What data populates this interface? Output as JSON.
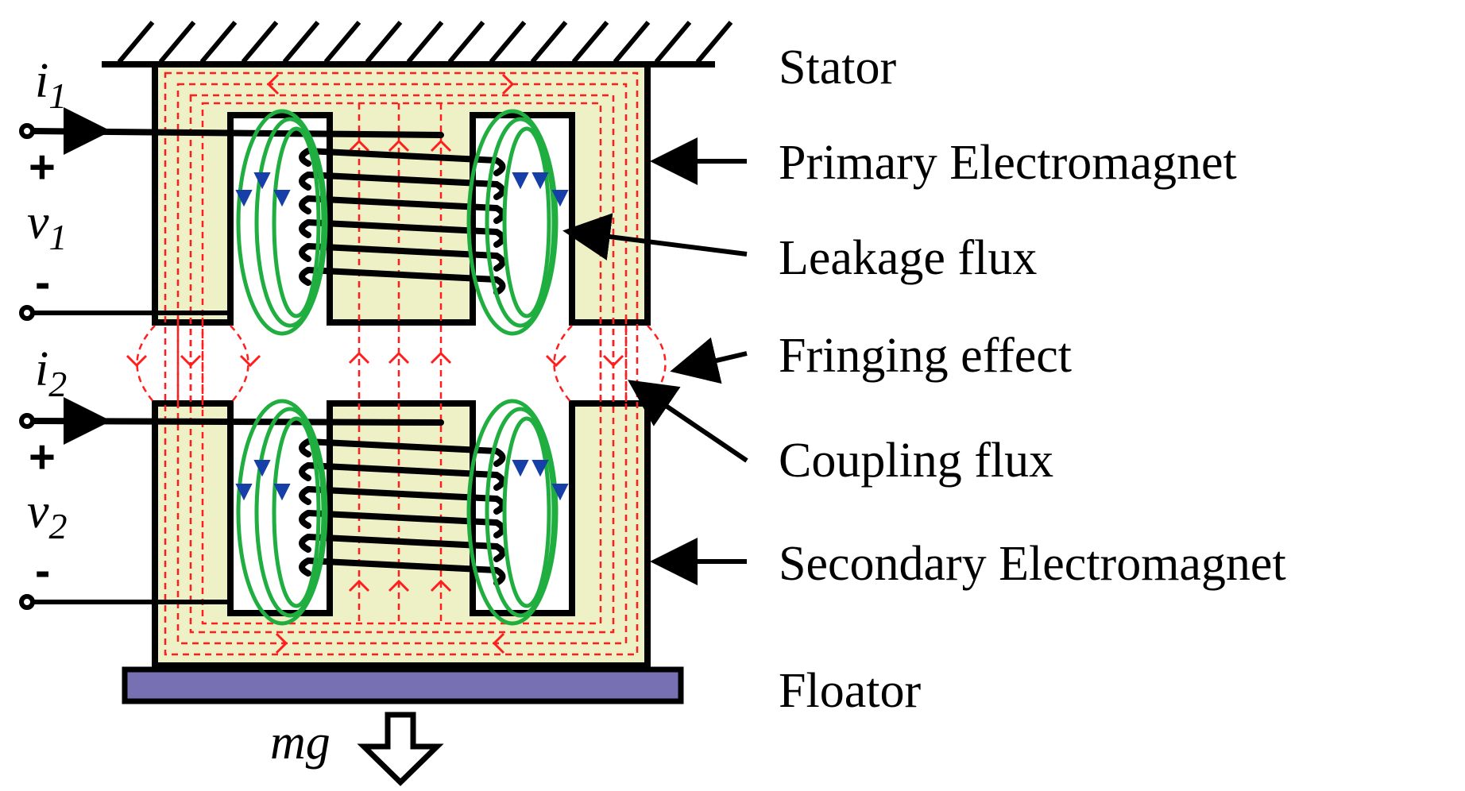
{
  "labels": {
    "stator": "Stator",
    "primary": "Primary Electromagnet",
    "leakage": "Leakage flux",
    "fringing": "Fringing effect",
    "coupling": "Coupling flux",
    "secondary": "Secondary Electromagnet",
    "floator": "Floator"
  },
  "symbols": {
    "i": "i",
    "v": "v",
    "sub1": "1",
    "sub2": "2",
    "plus": "+",
    "minus": "-",
    "mg": "mg"
  },
  "colors": {
    "core": "#eef0c6",
    "outline": "#000000",
    "coil": "#000000",
    "leakage_loop": "#1fae3f",
    "coupling_flux": "#ff1e1e",
    "leakage_arrow": "#163fa8",
    "floator": "#7771b4"
  }
}
